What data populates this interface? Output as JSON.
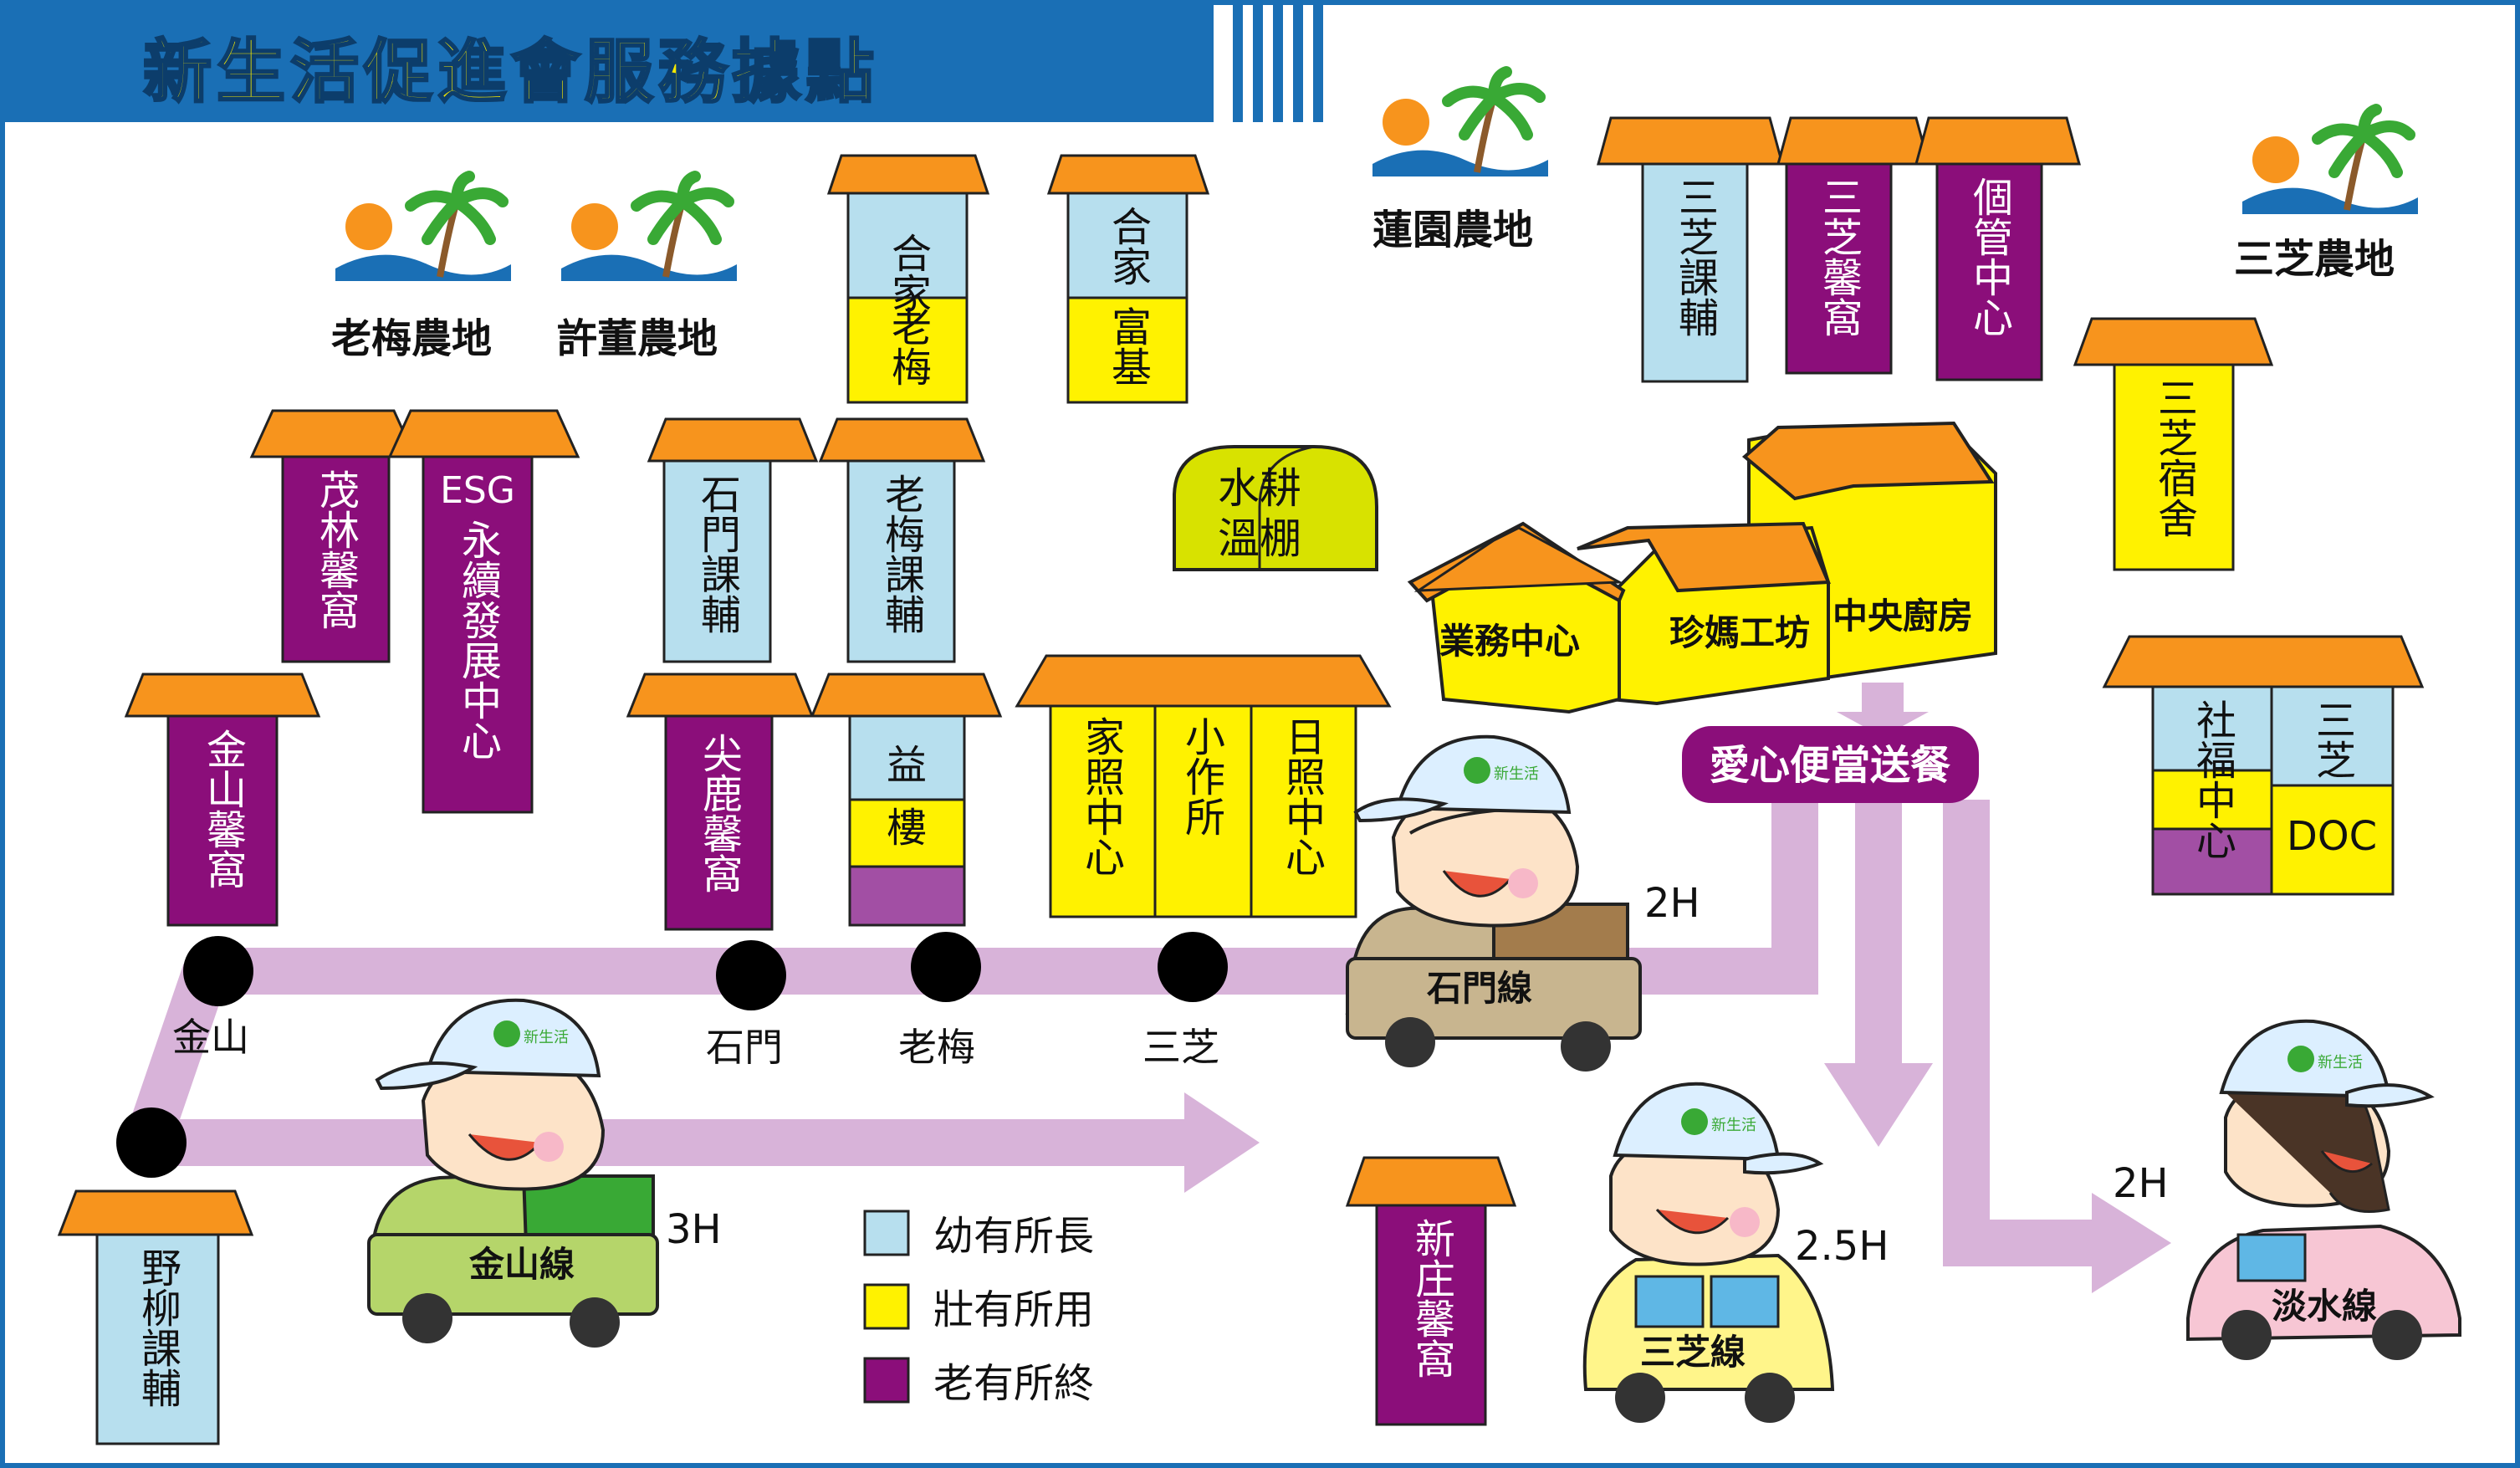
{
  "title": "新生活促進會服務據點",
  "colors": {
    "banner": "#1a6fb5",
    "title_text": "#f5e800",
    "roof": "#f7941d",
    "blue": "#b7dfee",
    "yellow": "#fff200",
    "purple": "#8b0e7a",
    "light_purple": "#a24fa4",
    "route": "#d8b3d9",
    "greenhouse": "#d8e200",
    "kitchen_yellow": "#fff200",
    "delivery_badge": "#8b0e7a"
  },
  "farms": [
    "老梅農地",
    "許董農地",
    "蓮園農地",
    "三芝農地"
  ],
  "buildings": {
    "hejia_laomei": [
      "合家",
      "老梅"
    ],
    "hejia_fuji": [
      "合家",
      "富基"
    ],
    "sanzhi_tutor": "三芝課輔",
    "sanzhi_home": "三芝馨窩",
    "case_center": "個管中心",
    "sanzhi_dorm": "三芝宿舍",
    "maolin": "茂林馨窩",
    "esg": [
      "ESG",
      "永續發展中心"
    ],
    "shimen_tutor": "石門課輔",
    "laomei_tutor": "老梅課輔",
    "jinshan_home": "金山馨窩",
    "jianlu_home": "尖鹿馨窩",
    "yilou": [
      "益",
      "樓"
    ],
    "family_care": "家照中心",
    "workshop": "小作所",
    "day_care": "日照中心",
    "social_welfare": "社福中心",
    "sanzhi_doc": [
      "三芝",
      "DOC"
    ],
    "yeliu_tutor": "野柳課輔",
    "xinzhuang_home": "新庄馨窩"
  },
  "greenhouse": [
    "水耕",
    "溫棚"
  ],
  "kitchen": {
    "business": "業務中心",
    "zhenma": "珍媽工坊",
    "central": "中央廚房"
  },
  "delivery": "愛心便當送餐",
  "stops": [
    "金山",
    "石門",
    "老梅",
    "三芝"
  ],
  "routes": {
    "shimen": {
      "name": "石門線",
      "time": "2H"
    },
    "jinshan": {
      "name": "金山線",
      "time": "3H"
    },
    "sanzhi": {
      "name": "三芝線",
      "time": "2.5H"
    },
    "danshui": {
      "name": "淡水線",
      "time": "2H"
    }
  },
  "legend": [
    {
      "label": "幼有所長",
      "color": "#b7dfee"
    },
    {
      "label": "壯有所用",
      "color": "#fff200"
    },
    {
      "label": "老有所終",
      "color": "#8b0e7a"
    }
  ],
  "logo_text": "新生活"
}
